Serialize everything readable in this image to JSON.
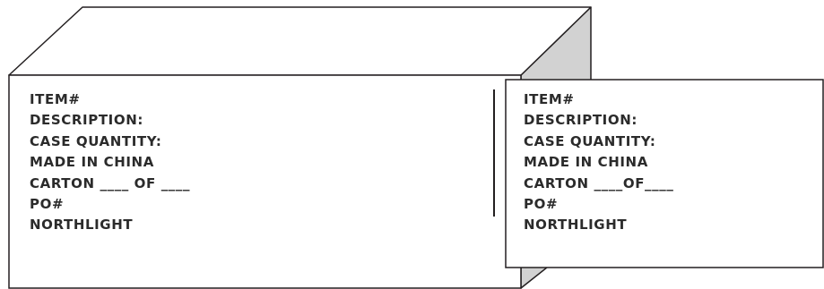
{
  "colors": {
    "stroke": "#231f20",
    "side_face": "#d2d2d2",
    "text": "#2b2b2b",
    "background": "#ffffff"
  },
  "front_label": {
    "lines": [
      "ITEM#",
      "DESCRIPTION:",
      "CASE QUANTITY:",
      "MADE IN CHINA",
      "CARTON ____ OF ____",
      "PO#",
      "NORTHLIGHT"
    ]
  },
  "side_label": {
    "lines": [
      "ITEM#",
      "DESCRIPTION:",
      "CASE QUANTITY:",
      "MADE IN CHINA",
      "CARTON ____OF____",
      "PO#",
      "NORTHLIGHT"
    ]
  }
}
